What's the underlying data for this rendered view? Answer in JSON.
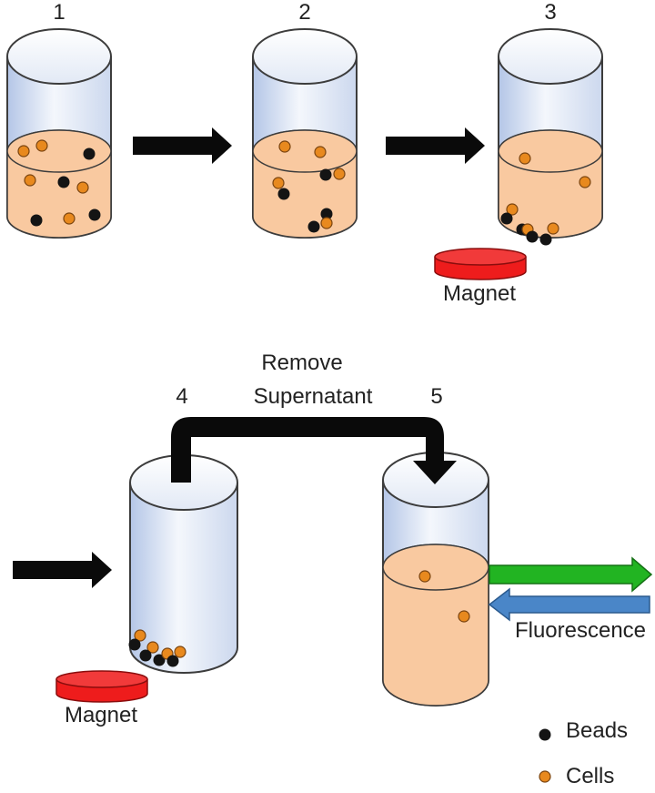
{
  "step_numbers": [
    "1",
    "2",
    "3",
    "4",
    "5"
  ],
  "labels": {
    "magnet_3": "Magnet",
    "magnet_4": "Magnet",
    "remove_line1": "Remove",
    "remove_line2": "Supernatant",
    "fluorescence": "Fluorescence"
  },
  "legend": {
    "beads": "Beads",
    "cells": "Cells"
  },
  "colors": {
    "liquid": "#f9c9a0",
    "cell_fill": "#e8891e",
    "bead_fill": "#141414",
    "magnet": "#ee1c1c",
    "arrow": "#0a0a0a",
    "excitation_arrow": "#22b422",
    "emission_arrow": "#4a86c8"
  }
}
